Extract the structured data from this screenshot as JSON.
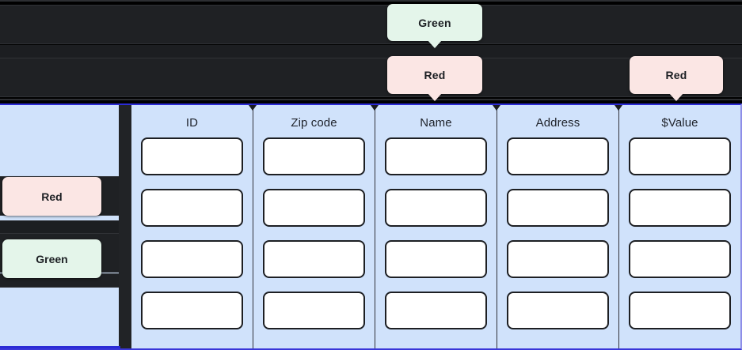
{
  "callouts": [
    {
      "id": "green-top",
      "label": "Green",
      "color_name": "green",
      "color": "#e4f5ea"
    },
    {
      "id": "red-middle",
      "label": "Red",
      "color_name": "red",
      "color": "#fbe6e4"
    },
    {
      "id": "red-right",
      "label": "Red",
      "color_name": "red",
      "color": "#fbe6e4"
    }
  ],
  "left_pane": {
    "chips": [
      {
        "id": "chip-red",
        "label": "Red",
        "color_name": "red",
        "color": "#fbe6e4"
      },
      {
        "id": "chip-green",
        "label": "Green",
        "color_name": "green",
        "color": "#e4f5ea"
      }
    ]
  },
  "table": {
    "columns": [
      {
        "header": "ID",
        "cells": [
          "",
          "",
          "",
          ""
        ]
      },
      {
        "header": "Zip code",
        "cells": [
          "",
          "",
          "",
          ""
        ]
      },
      {
        "header": "Name",
        "cells": [
          "",
          "",
          "",
          ""
        ]
      },
      {
        "header": "Address",
        "cells": [
          "",
          "",
          "",
          ""
        ]
      },
      {
        "header": "$Value",
        "cells": [
          "",
          "",
          "",
          ""
        ]
      }
    ],
    "row_count": 4
  },
  "theme": {
    "panel_background": "#d0e2fb",
    "dark_background": "#1f2124",
    "accent_border": "#2b2bd6",
    "cell_background": "#ffffff",
    "cell_border": "#1d1f23"
  }
}
